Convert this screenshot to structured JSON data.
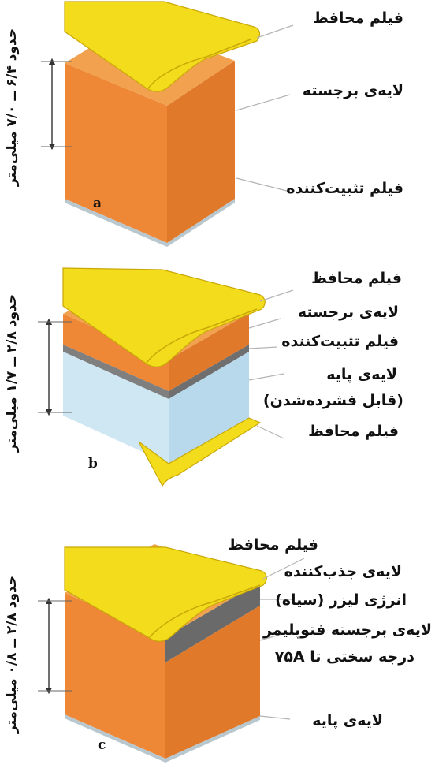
{
  "diagrams": [
    {
      "letter": "a",
      "thickness_label": "حدود ۶/۴ ــ ۷/۰ میلی‌متر",
      "labels": [
        "فیلم محافظ",
        "لایه‌ی برجسته",
        "فیلم تثبیت‌کننده"
      ]
    },
    {
      "letter": "b",
      "thickness_label": "حدود ۲/۸ ــ ۱/۷ میلی‌متر",
      "labels": [
        "فیلم محافظ",
        "لایه‌ی برجسته",
        "فیلم تثبیت‌کننده",
        "لایه‌ی پایه",
        "(قابل فشرده‌شدن)",
        "فیلم محافظ"
      ]
    },
    {
      "letter": "c",
      "thickness_label": "حدود ۲/۸ ــ ۰/۸ میلی‌متر",
      "labels": [
        "فیلم محافظ",
        "لایه‌ی جذب‌کننده",
        "انرژی لیزر (سیاه)",
        "لایه‌ی برجسته فتوپلیمر",
        "درجه سختی تا ۷۵A",
        "لایه‌ی پایه"
      ]
    }
  ],
  "colors": {
    "protective_film": "#f2dc1c",
    "protective_film_dark": "#c9a806",
    "relief_front": "#ee8736",
    "relief_top": "#f2a24e",
    "relief_side": "#e07a2a",
    "base_layer_light_blue": "#cfe6f3",
    "laser_absorbing_black": "#6a6a6a",
    "stabilizing_film": "#8a8a8a",
    "leader_lines": "#b4b4b4"
  }
}
